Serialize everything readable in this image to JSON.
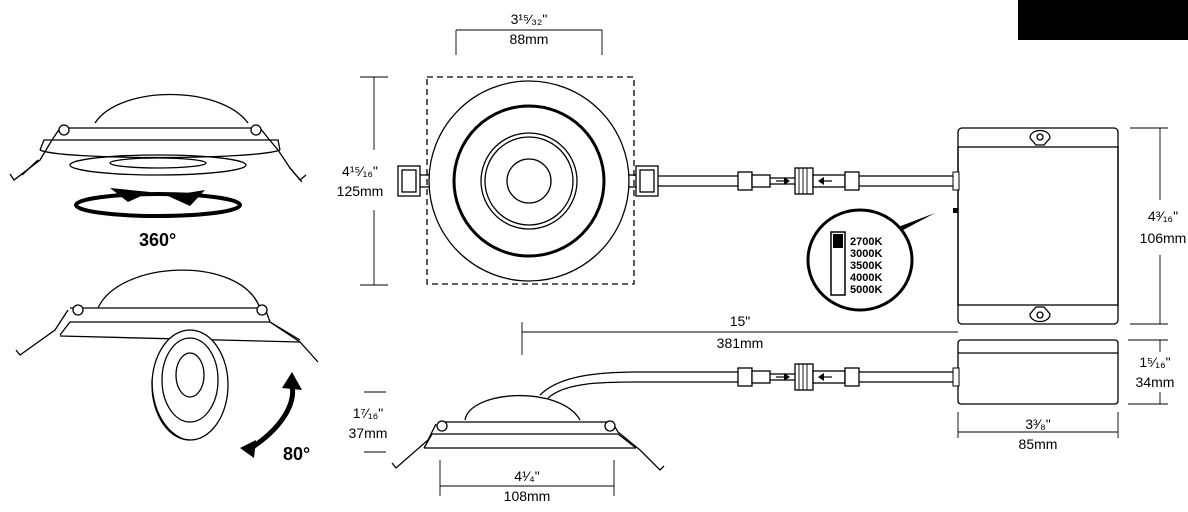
{
  "colors": {
    "line": "#000000",
    "background": "#ffffff",
    "corner_block": "#000000"
  },
  "rotation": {
    "swivel_label": "360°",
    "tilt_label": "80°"
  },
  "top_view": {
    "width": {
      "inches": "3¹⁵⁄₃₂\"",
      "mm": "88mm"
    },
    "height": {
      "inches": "4¹⁵⁄₁₆\"",
      "mm": "125mm"
    }
  },
  "junction_box": {
    "height": {
      "inches": "4³⁄₁₆\"",
      "mm": "106mm"
    },
    "depth": {
      "inches": "1⁵⁄₁₆\"",
      "mm": "34mm"
    },
    "width": {
      "inches": "3³⁄₈\"",
      "mm": "85mm"
    }
  },
  "cable": {
    "length": {
      "inches": "15\"",
      "mm": "381mm"
    }
  },
  "side_view": {
    "height": {
      "inches": "1⁷⁄₁₆\"",
      "mm": "37mm"
    },
    "width": {
      "inches": "4¹⁄₄\"",
      "mm": "108mm"
    }
  },
  "cct_switch": {
    "options": [
      "2700K",
      "3000K",
      "3500K",
      "4000K",
      "5000K"
    ],
    "selected": "2700K"
  },
  "icons": [
    "swivel-arrow-icon",
    "tilt-arrow-icon",
    "connector-arrow-icon",
    "cct-switch-icon"
  ]
}
